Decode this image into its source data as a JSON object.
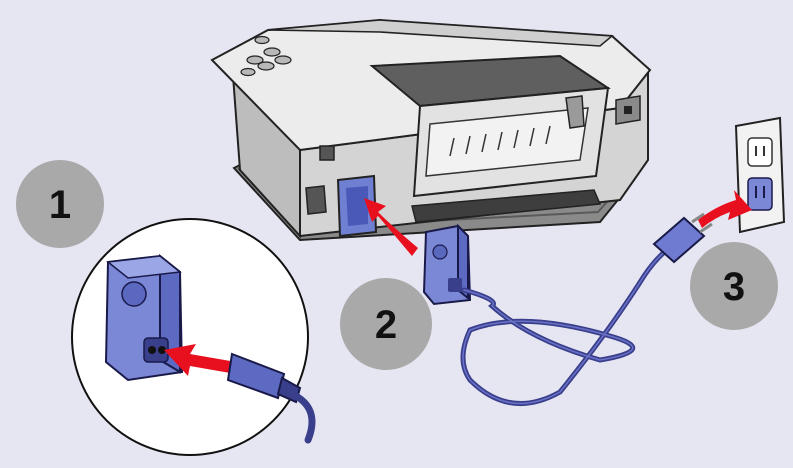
{
  "steps": [
    {
      "number": "1",
      "action": "connect-cord-to-power-supply"
    },
    {
      "number": "2",
      "action": "connect-power-supply-to-printer"
    },
    {
      "number": "3",
      "action": "plug-cord-into-wall-outlet"
    }
  ],
  "colors": {
    "background": "#e6e6f2",
    "step_circle": "#a9a9a9",
    "arrow": "#e8101e",
    "power_supply": "#7b88d6",
    "cord": "#3a3f8c",
    "printer_body": "#d9d9d9",
    "printer_base": "#8a8a8a"
  },
  "icons": [
    "printer-icon",
    "power-supply-icon",
    "power-cord-icon",
    "wall-outlet-icon",
    "arrow-icon"
  ]
}
